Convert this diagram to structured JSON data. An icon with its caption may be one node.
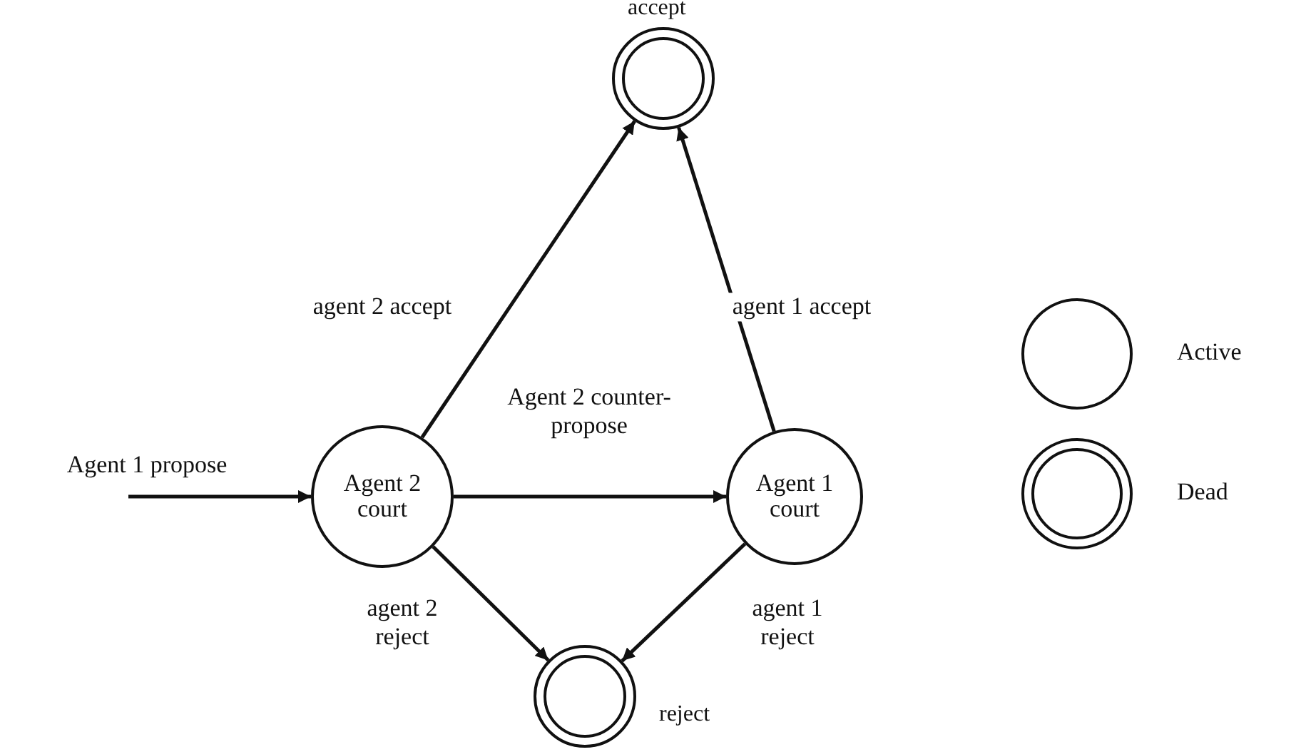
{
  "diagram": {
    "nodes": [
      {
        "text": [],
        "shape": "ring",
        "beside": [
          "accept"
        ]
      },
      {
        "text": [
          "Agent 2 court"
        ]
      },
      {
        "text": [
          "Agent 1 court"
        ]
      },
      {
        "text": [],
        "shape": "ring",
        "beside": [
          "reject"
        ]
      }
    ],
    "edges": [
      {
        "from": null,
        "to": 1,
        "arrow": "to",
        "label": "Agent 1 propose"
      },
      {
        "from": 1,
        "to": 0,
        "arrow": "to",
        "label": "agent 2 accept"
      },
      {
        "from": 2,
        "to": 0,
        "arrow": "to",
        "label": "agent 1 accept"
      },
      {
        "from": 1,
        "to": 2,
        "arrow": "to",
        "label": "Agent 2 counter-propose"
      },
      {
        "from": 1,
        "to": 3,
        "arrow": "to",
        "label": "agent 2 reject"
      },
      {
        "from": 2,
        "to": 3,
        "arrow": "to",
        "label": "agent 1 reject"
      }
    ],
    "legend": [
      {
        "text": "Active"
      },
      {
        "text": "Dead"
      }
    ]
  }
}
